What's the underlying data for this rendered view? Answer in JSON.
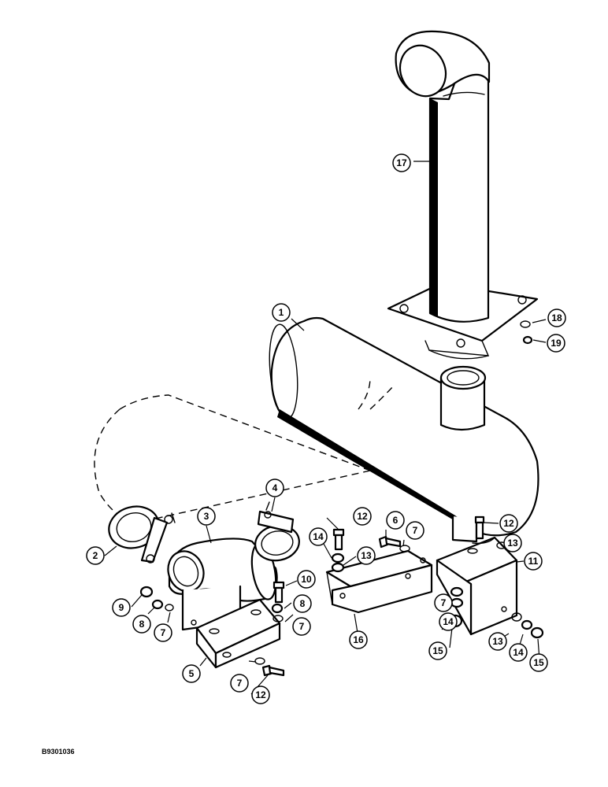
{
  "figure_id": "B9301036",
  "callouts": {
    "c1": "1",
    "c2": "2",
    "c3": "3",
    "c4": "4",
    "c5": "5",
    "c6": "6",
    "c7a": "7",
    "c7b": "7",
    "c7c": "7",
    "c7d": "7",
    "c7e": "7",
    "c8a": "8",
    "c8b": "8",
    "c9": "9",
    "c10": "10",
    "c11": "11",
    "c12a": "12",
    "c12b": "12",
    "c12c": "12",
    "c13a": "13",
    "c13b": "13",
    "c13c": "13",
    "c14a": "14",
    "c14b": "14",
    "c14c": "14",
    "c15a": "15",
    "c15b": "15",
    "c16": "16",
    "c17": "17",
    "c18": "18",
    "c19": "19"
  },
  "parts": [
    {
      "number": "1",
      "name": "muffler"
    },
    {
      "number": "2",
      "name": "exhaust-clamp"
    },
    {
      "number": "3",
      "name": "elbow-pipe"
    },
    {
      "number": "4",
      "name": "band-clamp"
    },
    {
      "number": "5",
      "name": "bracket"
    },
    {
      "number": "11",
      "name": "bracket"
    },
    {
      "number": "16",
      "name": "bracket"
    },
    {
      "number": "17",
      "name": "exhaust-stack"
    }
  ]
}
